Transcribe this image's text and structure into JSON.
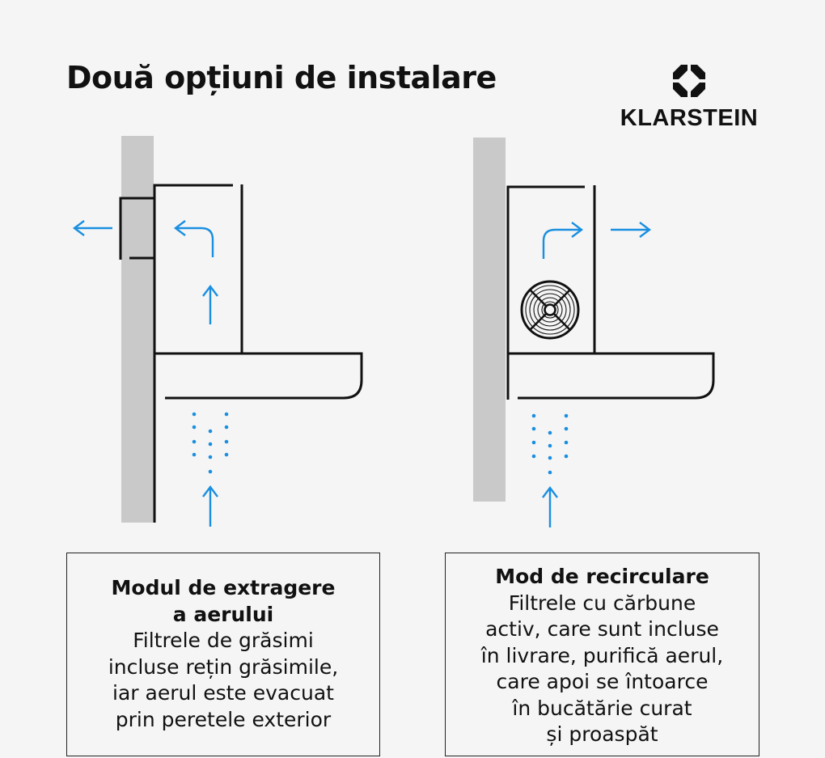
{
  "header": {
    "title": "Două opțiuni de instalare"
  },
  "brand": {
    "name": "KLARSTEIN",
    "logo_icon": "octagon-diamond-logo"
  },
  "colors": {
    "background": "#f5f5f5",
    "wall": "#c9c9c9",
    "outline": "#111111",
    "airflow": "#1a8fe0"
  },
  "diagrams": [
    {
      "id": "extraction",
      "elements": [
        "wall",
        "wall-vent-duct",
        "chimney-housing",
        "canopy",
        "airflow-left-arrow",
        "airflow-curved-left-arrow",
        "airflow-up-arrow",
        "steam-dots",
        "intake-up-arrow"
      ]
    },
    {
      "id": "recirculation",
      "elements": [
        "wall",
        "chimney-housing",
        "fan",
        "canopy",
        "airflow-curved-right-arrow",
        "airflow-right-arrow",
        "steam-dots",
        "intake-up-arrow"
      ]
    }
  ],
  "captions": {
    "extraction": {
      "heading_lines": [
        "Modul de extragere",
        "a aerului"
      ],
      "body_lines": [
        "Filtrele de grăsimi",
        "incluse rețin grăsimile,",
        "iar aerul este evacuat",
        "prin peretele exterior"
      ]
    },
    "recirculation": {
      "heading_lines": [
        "Mod de recirculare"
      ],
      "body_lines": [
        "Filtrele cu cărbune",
        "activ, care sunt incluse",
        "în livrare, purifică aerul,",
        "care apoi se întoarce",
        "în bucătărie curat",
        "și proaspăt"
      ]
    }
  }
}
